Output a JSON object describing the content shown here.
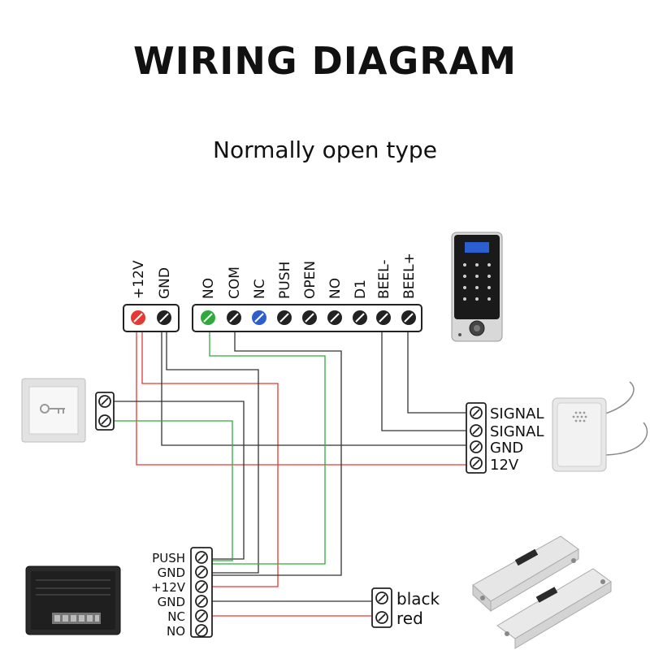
{
  "title": "WIRING DIAGRAM",
  "subtitle": "Normally open type",
  "terminal_block_power": {
    "terminals": [
      "+12V",
      "GND"
    ]
  },
  "terminal_block_controller": {
    "terminals": [
      "NO",
      "COM",
      "NC",
      "PUSH",
      "OPEN",
      "NO",
      "D1",
      "BEEL-",
      "BEEL+"
    ]
  },
  "bell_terminals": [
    "SIGNAL",
    "SIGNAL",
    "GND",
    "12V"
  ],
  "power_supply_terminals": [
    "PUSH",
    "GND",
    "+12V",
    "GND",
    "NC",
    "NO"
  ],
  "lock_terminals": [
    "black",
    "red"
  ],
  "colors": {
    "red": "#e53935",
    "green": "#2eaa3c",
    "blue": "#2b5fd0",
    "wire": "#333333"
  }
}
